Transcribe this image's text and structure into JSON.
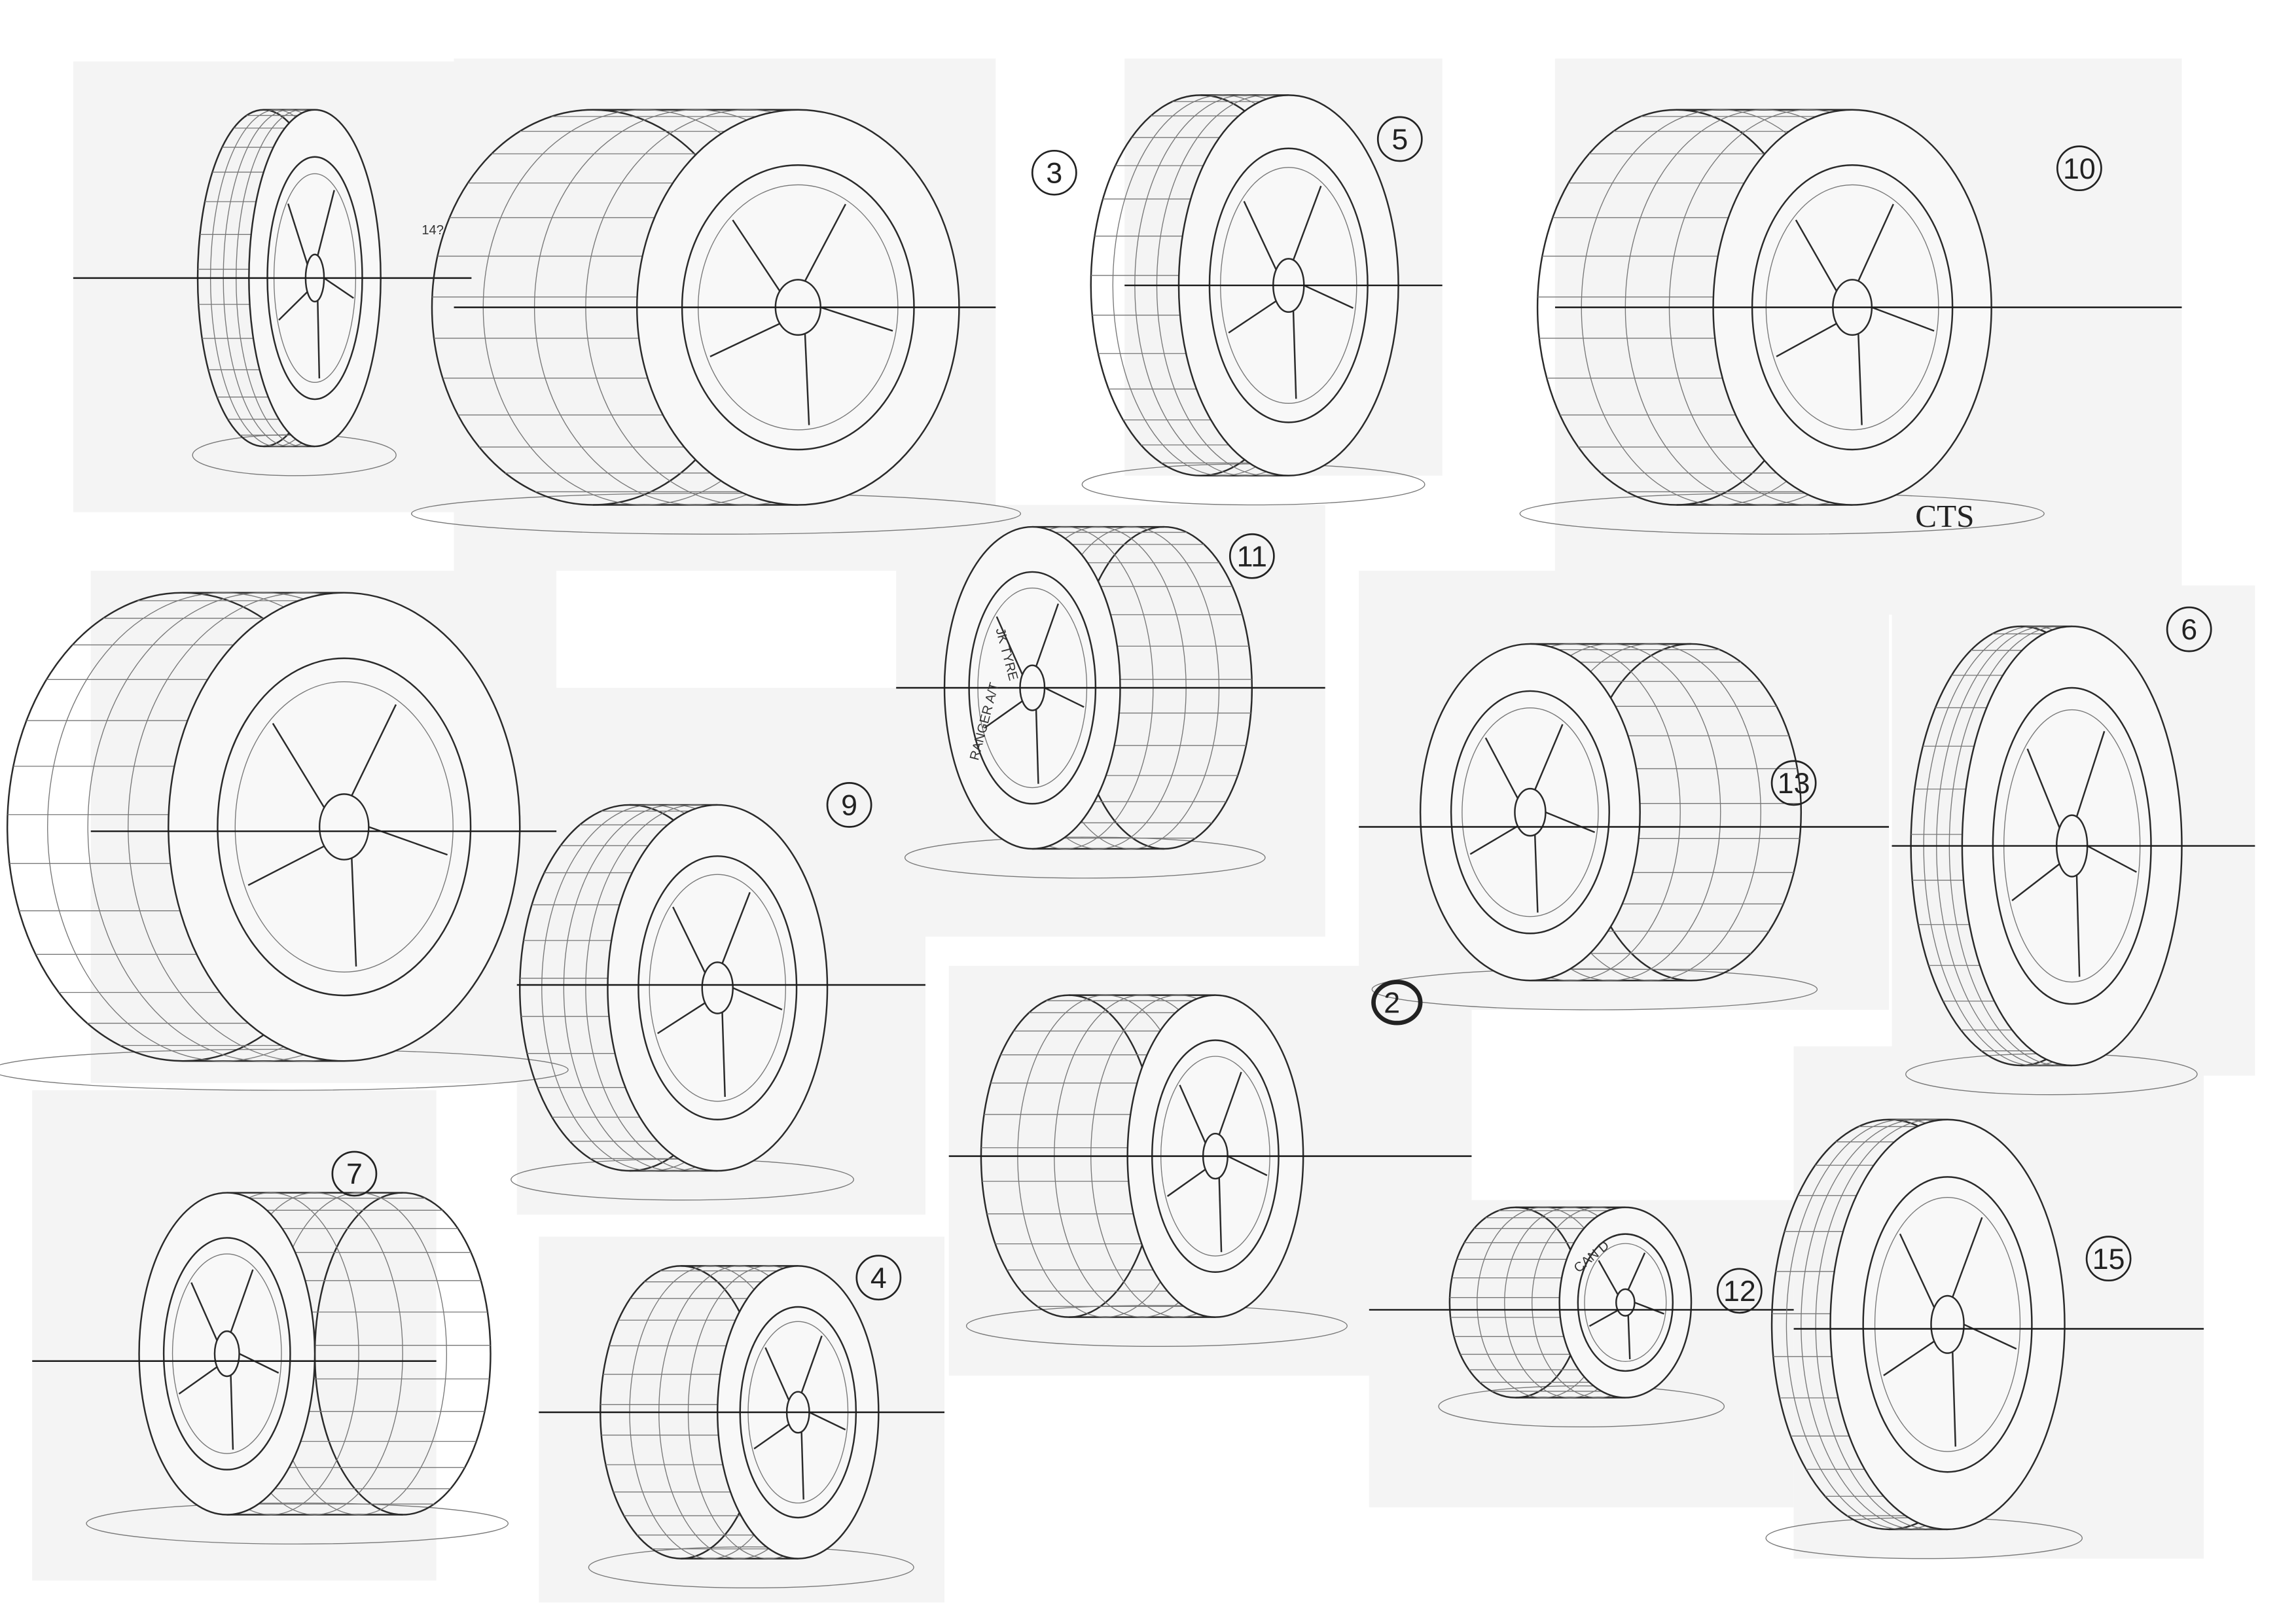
{
  "sheet": {
    "background_color": "#ffffff",
    "paper_color": "#f4f4f4",
    "ink_color": "#2a2a2a",
    "sketches": [
      {
        "id": "sketch-a",
        "label": "",
        "note": "14?"
      },
      {
        "id": "sketch-3",
        "label": "3"
      },
      {
        "id": "sketch-5",
        "label": "5"
      },
      {
        "id": "sketch-10",
        "label": "10"
      },
      {
        "id": "sketch-b",
        "label": ""
      },
      {
        "id": "sketch-9",
        "label": "9"
      },
      {
        "id": "sketch-11",
        "label": "11",
        "sidewall_text_top": "JK TYRE",
        "sidewall_text_bottom": "RANGER A/T"
      },
      {
        "id": "sketch-13",
        "label": "13"
      },
      {
        "id": "sketch-6",
        "label": "6"
      },
      {
        "id": "sketch-c",
        "label": ""
      },
      {
        "id": "sketch-7",
        "label": "7"
      },
      {
        "id": "sketch-4",
        "label": "4"
      },
      {
        "id": "sketch-12",
        "label": "12",
        "sidewall_text": "CAN D"
      },
      {
        "id": "sketch-15",
        "label": "15"
      }
    ],
    "loose_label": "2",
    "signature": "CTS"
  }
}
